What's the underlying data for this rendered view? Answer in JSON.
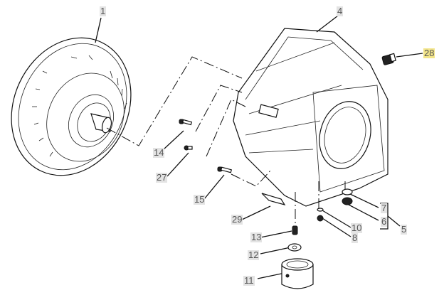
{
  "diagram": {
    "title": "Transmission housing exploded view",
    "highlight_color": "#f3e58a",
    "label_color": "#e3e3e3",
    "callouts": [
      {
        "id": "1",
        "part": "torque-converter"
      },
      {
        "id": "4",
        "part": "converter-housing"
      },
      {
        "id": "28",
        "part": "sensor-fitting",
        "highlighted": true
      },
      {
        "id": "14",
        "part": "bolt"
      },
      {
        "id": "27",
        "part": "bolt-short"
      },
      {
        "id": "15",
        "part": "bolt-long"
      },
      {
        "id": "29",
        "part": "clip"
      },
      {
        "id": "7",
        "part": "o-ring"
      },
      {
        "id": "6",
        "part": "plug"
      },
      {
        "id": "5",
        "part": "plug-kit"
      },
      {
        "id": "10",
        "part": "seal-small"
      },
      {
        "id": "8",
        "part": "plug-small"
      },
      {
        "id": "13",
        "part": "stud"
      },
      {
        "id": "12",
        "part": "washer"
      },
      {
        "id": "11",
        "part": "oil-filter"
      }
    ]
  }
}
